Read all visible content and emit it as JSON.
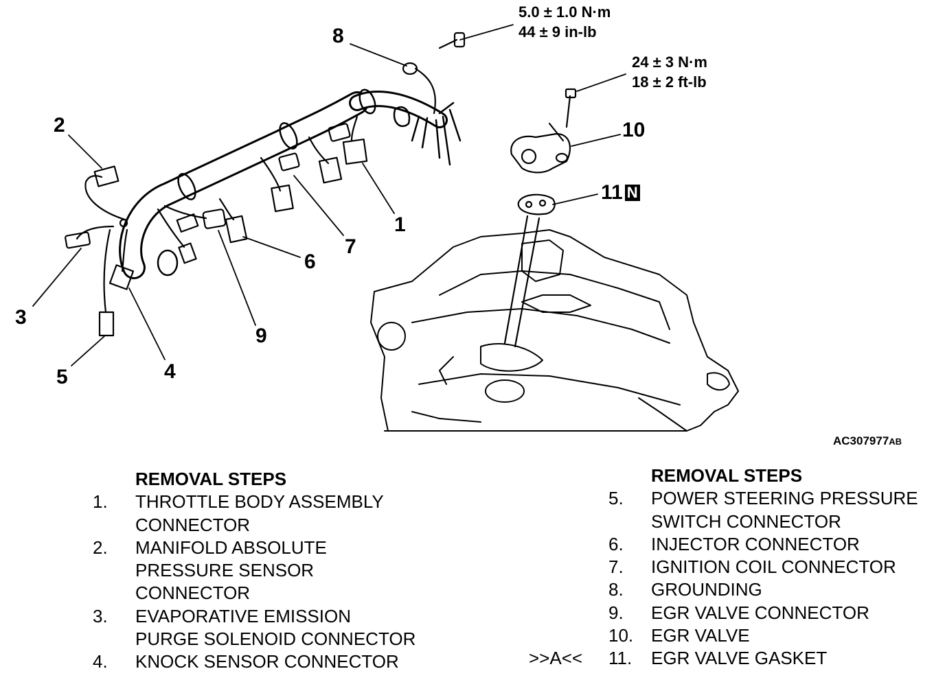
{
  "diagram": {
    "callouts": [
      "1",
      "2",
      "3",
      "4",
      "5",
      "6",
      "7",
      "8",
      "9",
      "10",
      "11"
    ],
    "new_part_badge": "N",
    "torque_grounding": {
      "line1": "5.0 ± 1.0 N·m",
      "line2": "44 ± 9 in-lb"
    },
    "torque_egr": {
      "line1": "24 ± 3 N·m",
      "line2": "18 ± 2 ft-lb"
    },
    "figure_id": {
      "main": "AC307977",
      "suffix": "AB"
    }
  },
  "steps_left": {
    "header": "REMOVAL STEPS",
    "items": [
      {
        "num": "1.",
        "lines": [
          "THROTTLE BODY ASSEMBLY",
          "CONNECTOR"
        ]
      },
      {
        "num": "2.",
        "lines": [
          "MANIFOLD ABSOLUTE",
          "PRESSURE SENSOR",
          "CONNECTOR"
        ]
      },
      {
        "num": "3.",
        "lines": [
          "EVAPORATIVE EMISSION",
          "PURGE SOLENOID CONNECTOR"
        ]
      },
      {
        "num": "4.",
        "lines": [
          "KNOCK SENSOR CONNECTOR"
        ]
      }
    ]
  },
  "steps_right": {
    "header": "REMOVAL STEPS",
    "items": [
      {
        "num": "5.",
        "lines": [
          "POWER STEERING PRESSURE",
          "SWITCH CONNECTOR"
        ]
      },
      {
        "num": "6.",
        "lines": [
          "INJECTOR CONNECTOR"
        ]
      },
      {
        "num": "7.",
        "lines": [
          "IGNITION COIL CONNECTOR"
        ]
      },
      {
        "num": "8.",
        "lines": [
          "GROUNDING"
        ]
      },
      {
        "num": "9.",
        "lines": [
          "EGR VALVE CONNECTOR"
        ]
      },
      {
        "num": "10.",
        "lines": [
          "EGR VALVE"
        ]
      },
      {
        "num": "11.",
        "lines": [
          "EGR VALVE GASKET"
        ],
        "marker": ">>A<<"
      }
    ]
  }
}
